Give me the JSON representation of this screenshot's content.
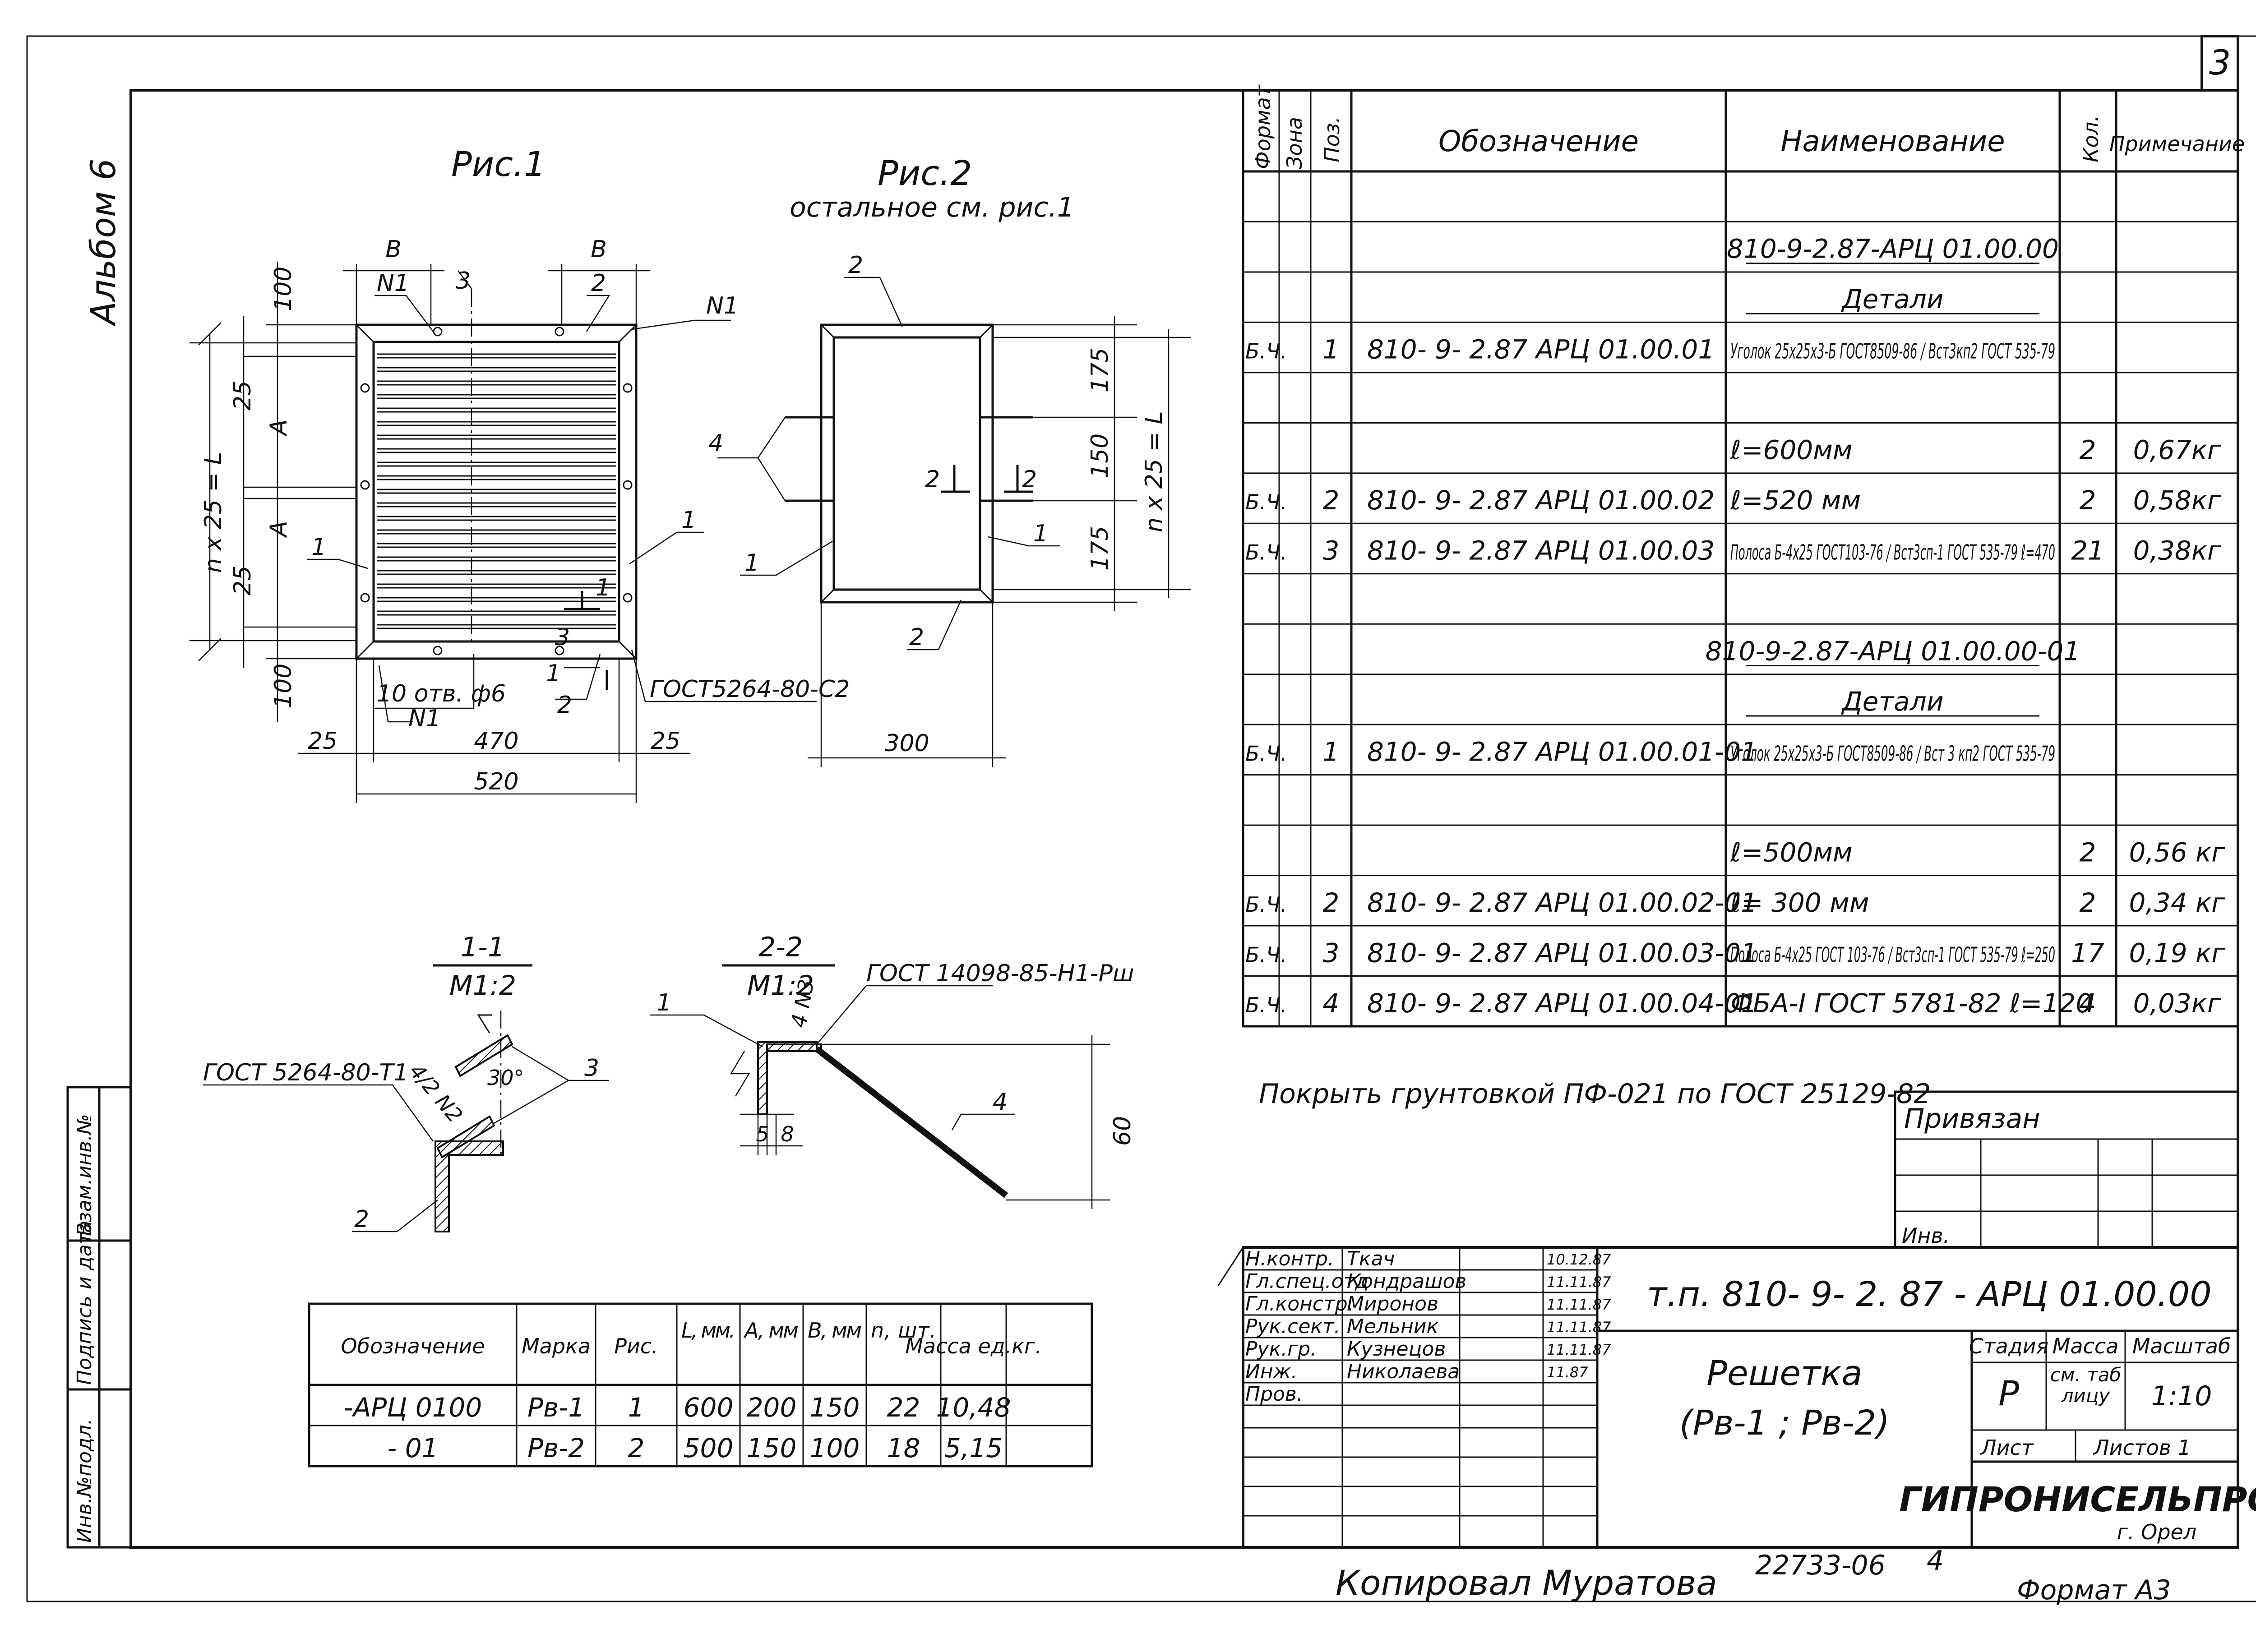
{
  "sheet": {
    "number": "3",
    "album": "Альбом 6",
    "copied_by": "Копировал   Муратова",
    "archive_no": "22733-06",
    "archive_sub": "4",
    "format": "Формат А3"
  },
  "side_stamps": [
    "Инв.№подл.",
    "Подпись и дата",
    "Взам.инв.№"
  ],
  "figures": {
    "fig1": {
      "title": "Рис.1",
      "dims": {
        "b_left": "В",
        "b_right": "В",
        "top_100": "100",
        "bot_100": "100",
        "top_25": "25",
        "bot_25": "25",
        "a1": "А",
        "a2": "А",
        "n_label": "n x 25 = L",
        "w25_left": "25",
        "w470": "470",
        "w25_right": "25",
        "w520": "520"
      },
      "callouts": {
        "n1_top_left": "N1",
        "n1_top_right": "N1",
        "n1_bottom": "N1",
        "pos3_top": "3",
        "pos2_top": "2",
        "pos1_left": "1",
        "pos1_right": "1",
        "pos3_bottom": "3",
        "pos1_bottom": "1",
        "pos2_bottom": "2",
        "holes": "10 отв. ф6",
        "weld": "ГОСТ5264-80-С2",
        "section_mark": "1"
      }
    },
    "fig2": {
      "title": "Рис.2",
      "subtitle": "остальное   см. рис.1",
      "dims": {
        "d175_top": "175",
        "d150": "150",
        "d175_bottom": "175",
        "n_label": "n x 25 = L",
        "w300": "300"
      },
      "callouts": {
        "pos2_top": "2",
        "pos4": "4",
        "pos1_left": "1",
        "pos1_right": "1",
        "pos2_bottom": "2",
        "sec2_left": "2",
        "sec2_right": "2"
      }
    },
    "section1": {
      "title": "1-1",
      "scale": "М1:2",
      "weld": "ГОСТ 5264-80-Т1",
      "weld_size": "4/2 N2",
      "angle": "30°",
      "pos3": "3",
      "pos2": "2"
    },
    "section2": {
      "title": "2-2",
      "scale": "М1:2",
      "weld": "ГОСТ 14098-85-Н1-Рш",
      "weld_size": "4 N3",
      "pos1": "1",
      "pos4": "4",
      "dim5": "5",
      "dim8": "8",
      "dim60": "60"
    }
  },
  "spec": {
    "headers": {
      "format": "Формат",
      "zone": "Зона",
      "pos": "Поз.",
      "designation": "Обозначение",
      "name": "Наименование",
      "qty": "Кол.",
      "note": "Примечание"
    },
    "rows": [
      {
        "fmt": "",
        "pos": "",
        "des": "",
        "name": "",
        "qty": "",
        "note": ""
      },
      {
        "fmt": "",
        "pos": "",
        "des": "",
        "name": "810-9-2.87-АРЦ 01.00.00",
        "qty": "",
        "note": ""
      },
      {
        "fmt": "",
        "pos": "",
        "des": "",
        "name": "Детали",
        "qty": "",
        "note": ""
      },
      {
        "fmt": "Б.Ч.",
        "pos": "1",
        "des": "810- 9- 2.87   АРЦ  01.00.01",
        "name": "Уголок 25х25х3-Б ГОСТ8509-86 / Вст3кп2 ГОСТ 535-79",
        "qty": "",
        "note": ""
      },
      {
        "fmt": "",
        "pos": "",
        "des": "",
        "name": "",
        "qty": "",
        "note": ""
      },
      {
        "fmt": "",
        "pos": "",
        "des": "",
        "name": "ℓ=600мм",
        "qty": "2",
        "note": "0,67кг"
      },
      {
        "fmt": "Б.Ч.",
        "pos": "2",
        "des": "810- 9- 2.87  АРЦ 01.00.02",
        "name": "ℓ=520 мм",
        "qty": "2",
        "note": "0,58кг"
      },
      {
        "fmt": "Б.Ч.",
        "pos": "3",
        "des": "810- 9- 2.87  АРЦ 01.00.03",
        "name": "Полоса Б-4х25 ГОСТ103-76 / Вст3сп-1 ГОСТ 535-79  ℓ=470",
        "qty": "21",
        "note": "0,38кг"
      },
      {
        "fmt": "",
        "pos": "",
        "des": "",
        "name": "",
        "qty": "",
        "note": ""
      },
      {
        "fmt": "",
        "pos": "",
        "des": "",
        "name": "810-9-2.87-АРЦ 01.00.00-01",
        "qty": "",
        "note": ""
      },
      {
        "fmt": "",
        "pos": "",
        "des": "",
        "name": "Детали",
        "qty": "",
        "note": ""
      },
      {
        "fmt": "Б.Ч.",
        "pos": "1",
        "des": "810- 9- 2.87 АРЦ 01.00.01-01",
        "name": "Уголок 25х25х3-Б ГОСТ8509-86 / Вст 3 кп2 ГОСТ 535-79",
        "qty": "",
        "note": ""
      },
      {
        "fmt": "",
        "pos": "",
        "des": "",
        "name": "",
        "qty": "",
        "note": ""
      },
      {
        "fmt": "",
        "pos": "",
        "des": "",
        "name": "ℓ=500мм",
        "qty": "2",
        "note": "0,56 кг"
      },
      {
        "fmt": "Б.Ч.",
        "pos": "2",
        "des": "810- 9- 2.87  АРЦ 01.00.02-01",
        "name": "ℓ= 300 мм",
        "qty": "2",
        "note": "0,34 кг"
      },
      {
        "fmt": "Б.Ч.",
        "pos": "3",
        "des": "810- 9- 2.87  АРЦ 01.00.03-01",
        "name": "Полоса Б-4х25 ГОСТ 103-76 / Вст3сп-1 ГОСТ 535-79  ℓ=250",
        "qty": "17",
        "note": "0,19 кг"
      },
      {
        "fmt": "Б.Ч.",
        "pos": "4",
        "des": "810- 9- 2.87  АРЦ 01.00.04-01",
        "name": "ФБА-I ГОСТ 5781-82  ℓ=120",
        "qty": "4",
        "note": "0,03кг"
      }
    ]
  },
  "note_text": "Покрыть  грунтовкой  ПФ-021 по ГОСТ 25129-82",
  "binding": {
    "title": "Привязан",
    "inv": "Инв."
  },
  "title_block": {
    "code": "т.п. 810- 9- 2. 87 - АРЦ 01.00.00",
    "name_line1": "Решетка",
    "name_line2": "(Рв-1 ; Рв-2)",
    "stage_label": "Стадия",
    "mass_label": "Масса",
    "scale_label": "Масштаб",
    "stage": "Р",
    "mass": "см. таблицу",
    "scale": "1:10",
    "sheet_label": "Лист",
    "sheets_label": "Листов 1",
    "org": "ГИПРОНИСЕЛЬПРОМ",
    "city": "г. Орел",
    "signers": [
      {
        "role": "Н.контр.",
        "name": "Ткач",
        "date": "10.12.87"
      },
      {
        "role": "Гл.спец.отд",
        "name": "Кондрашов",
        "date": "11.11.87"
      },
      {
        "role": "Гл.констр.",
        "name": "Миронов",
        "date": "11.11.87"
      },
      {
        "role": "Рук.сект.",
        "name": "Мельник",
        "date": "11.11.87"
      },
      {
        "role": "Рук.гр.",
        "name": "Кузнецов",
        "date": "11.11.87"
      },
      {
        "role": "Инж.",
        "name": "Николаева",
        "date": "11.87"
      },
      {
        "role": "Пров.",
        "name": "",
        "date": ""
      }
    ]
  },
  "variants": {
    "headers": [
      "Обозначение",
      "Марка",
      "Рис.",
      "L, мм.",
      "A, мм",
      "B, мм",
      "n, шт.",
      "Масса ед.кг."
    ],
    "rows": [
      [
        "-АРЦ 0100",
        "Рв-1",
        "1",
        "600",
        "200",
        "150",
        "22",
        "10,48"
      ],
      [
        "- 01",
        "Рв-2",
        "2",
        "500",
        "150",
        "100",
        "18",
        "5,15"
      ]
    ]
  }
}
